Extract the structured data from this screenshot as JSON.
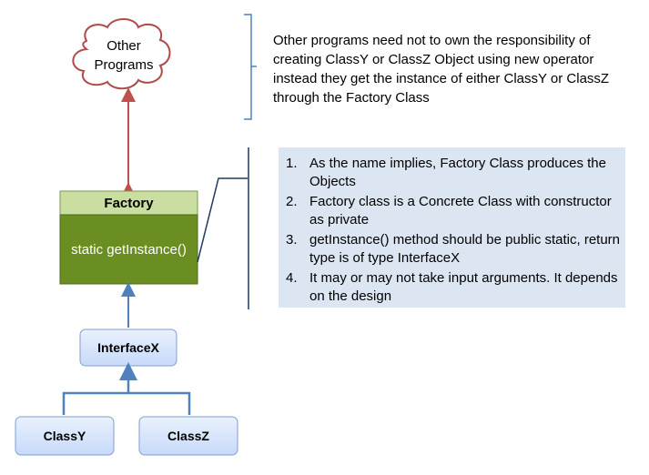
{
  "cloud": {
    "label": "Other Programs"
  },
  "description": "Other programs need not to own the responsibility of creating ClassY or ClassZ Object using new operator instead they get the instance of either ClassY or ClassZ through the Factory Class",
  "factory": {
    "title": "Factory",
    "method": "static getInstance()"
  },
  "interface": {
    "label": "InterfaceX"
  },
  "classes": [
    {
      "label": "ClassY"
    },
    {
      "label": "ClassZ"
    }
  ],
  "notes": [
    {
      "num": "1.",
      "text": "As the name implies, Factory Class produces the Objects"
    },
    {
      "num": "2.",
      "text": "Factory class is a Concrete Class with constructor as private"
    },
    {
      "num": "3.",
      "text": "getInstance() method should be public static, return type is of type InterfaceX"
    },
    {
      "num": "4.",
      "text": "It may or may not take input arguments. It depends on the design"
    }
  ],
  "colors": {
    "cloud_stroke": "#b04a4a",
    "factory_header": "#c9dea0",
    "factory_body": "#6b8e23",
    "box_fill": "#d9e7fb",
    "box_stroke": "#7f9fd0",
    "arrow_blue": "#4f81bd",
    "arrow_red": "#c0504d",
    "notes_bg": "#dce6f2"
  }
}
